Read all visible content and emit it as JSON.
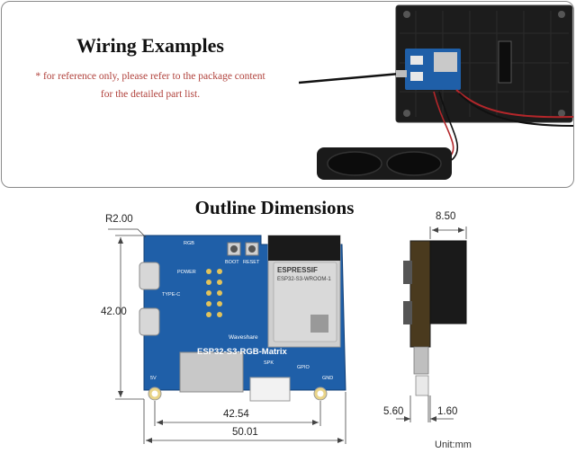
{
  "wiring": {
    "title": "Wiring Examples",
    "note_line1": "* for reference only, please refer to the package content",
    "note_line2": "for the detailed part list."
  },
  "outline": {
    "title": "Outline Dimensions",
    "dimensions": {
      "corner_radius": "R2.00",
      "height": "42.00",
      "hole_spacing": "42.54",
      "width": "50.01",
      "thickness": "8.50",
      "side_left": "5.60",
      "side_right": "1.60"
    },
    "unit": "Unit:mm"
  },
  "board": {
    "name": "ESP32-S3-RGB-Matrix",
    "brand": "Waveshare",
    "module_brand": "ESPRESSIF",
    "module_model": "ESP32-S3-WROOM-1",
    "silk": {
      "rgb": "RGB",
      "boot": "BOOT",
      "reset": "RESET",
      "power": "POWER",
      "type_c": "TYPE-C",
      "spk": "SPK",
      "gpio": "GPIO",
      "five_v": "5V",
      "gnd": "GND"
    }
  },
  "colors": {
    "pcb_blue": "#1f5fa8",
    "title_text": "#111111",
    "note_red": "#b0413b",
    "matrix_black": "#1a1a1a",
    "cable_red": "#b3262a"
  }
}
